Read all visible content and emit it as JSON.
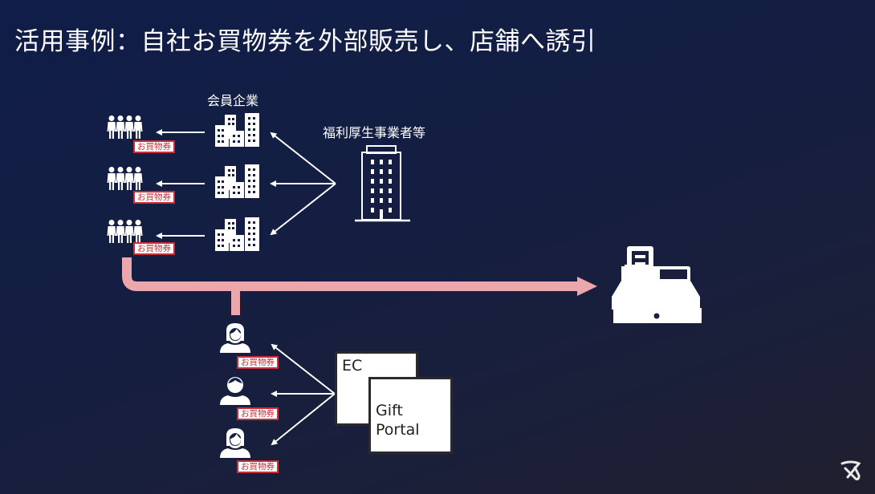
{
  "slide": {
    "title": "活用事例：自社お買物券を外部販売し、店舗へ誘引",
    "colors": {
      "background": "#141e42",
      "flow_arrow": "#eca7ad",
      "ticket_border": "#c7303a",
      "icon": "#ffffff"
    }
  },
  "member_companies": {
    "label": "会員企業",
    "rows": [
      {
        "group_icon": "employee-group-icon",
        "company_icon": "office-buildings-icon",
        "ticket_label": "お買物券"
      },
      {
        "group_icon": "employee-group-icon",
        "company_icon": "office-buildings-icon",
        "ticket_label": "お買物券"
      },
      {
        "group_icon": "employee-group-icon",
        "company_icon": "office-buildings-icon",
        "ticket_label": "お買物券"
      }
    ]
  },
  "welfare_provider": {
    "label": "福利厚生事業者等",
    "icon": "tall-building-icon"
  },
  "store": {
    "icon": "cash-register-icon"
  },
  "online": {
    "users": [
      {
        "icon": "woman-avatar-icon",
        "ticket_label": "お買物券"
      },
      {
        "icon": "man-avatar-icon",
        "ticket_label": "お買物券"
      },
      {
        "icon": "woman-avatar-icon",
        "ticket_label": "お買物券"
      }
    ],
    "channels": [
      {
        "label": "EC"
      },
      {
        "label": "Gift\nPortal"
      }
    ]
  },
  "footer": {
    "logo_icon": "brand-logo-icon"
  }
}
